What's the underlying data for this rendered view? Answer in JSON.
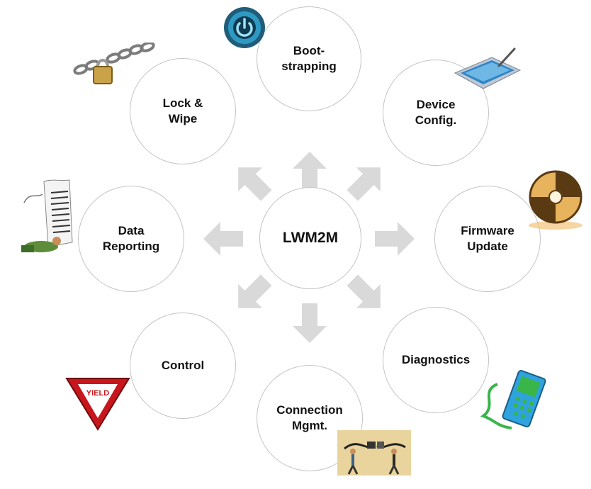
{
  "center": {
    "label": "LWM2M"
  },
  "nodes": {
    "bootstrapping": "Boot-\nstrapping",
    "device_config": "Device\nConfig.",
    "firmware_update": "Firmware\nUpdate",
    "diagnostics": "Diagnostics",
    "connection_mgmt": "Connection\nMgmt.",
    "control": "Control",
    "data_reporting": "Data\nReporting",
    "lock_wipe": "Lock &\nWipe"
  },
  "icons": {
    "bootstrapping": "power-button-icon",
    "device_config": "tablet-stylus-icon",
    "firmware_update": "cd-disc-icon",
    "diagnostics": "device-diagnostic-icon",
    "connection_mgmt": "people-plug-connection-icon",
    "control": "yield-sign-icon",
    "data_reporting": "report-printout-icon",
    "lock_wipe": "chain-padlock-icon"
  },
  "yield_text": "YIELD",
  "colors": {
    "arrow": "#d9d9d9",
    "circle_border": "#c4c4c4"
  }
}
